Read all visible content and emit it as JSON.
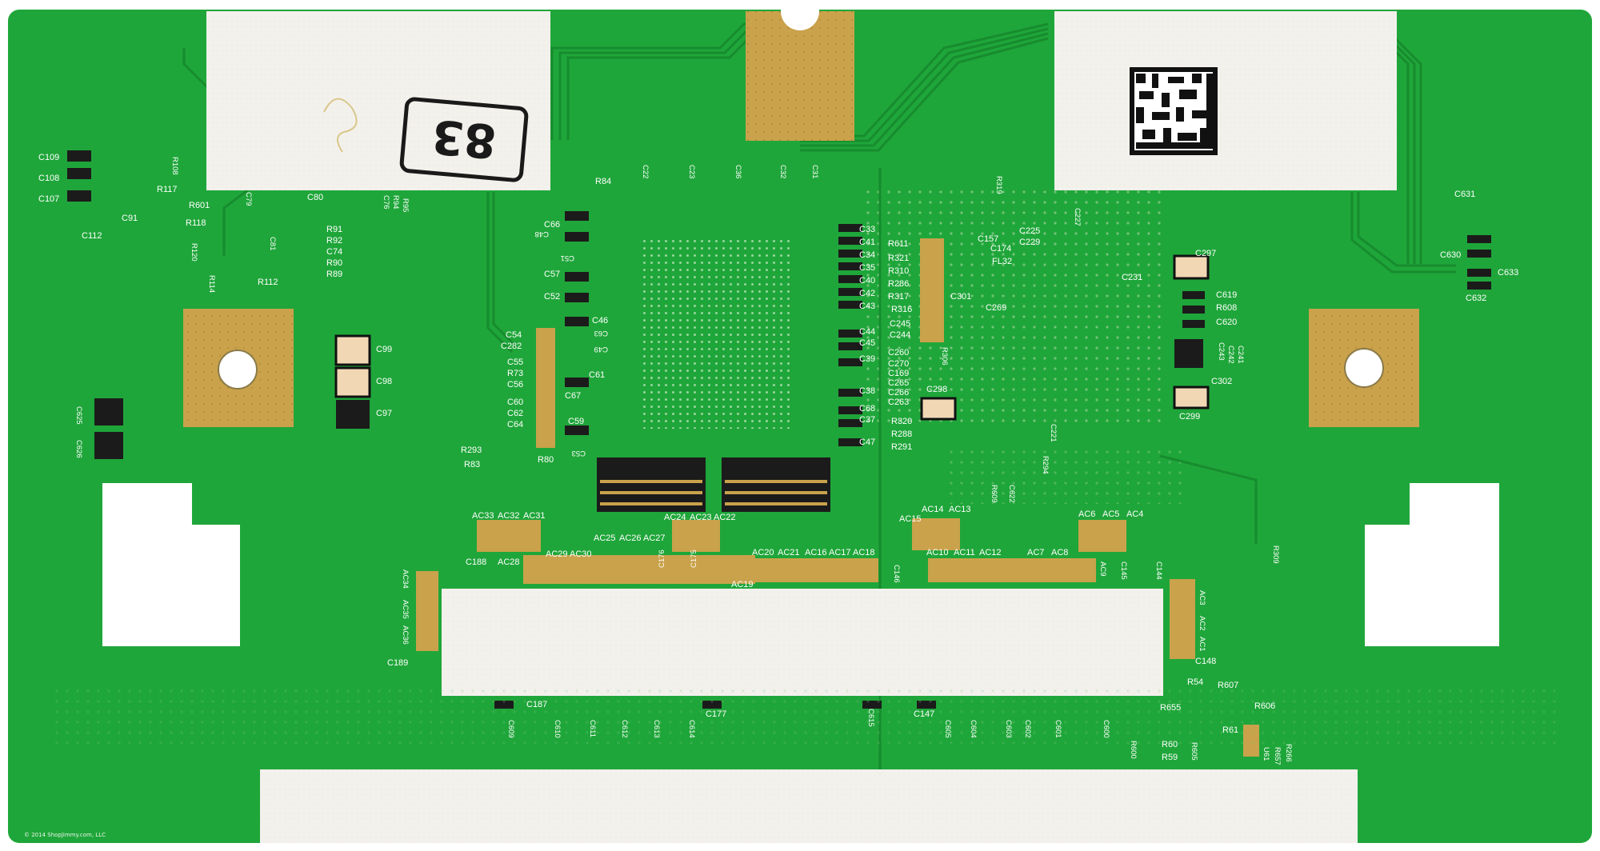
{
  "board": {
    "pcb_color": "#1fa63a",
    "trace_color": "#178c2e",
    "pad_color": "#c8a04a",
    "label_color": "#ffffff"
  },
  "stamp_text": "83",
  "copyright": "© 2014 ShopJimmy.com, LLC",
  "labels": {
    "c109": "C109",
    "c108": "C108",
    "c107": "C107",
    "c112": "C112",
    "r108": "R108",
    "r117": "R117",
    "r601": "R601",
    "c91": "C91",
    "r118": "R118",
    "r120": "R120",
    "r114": "R114",
    "r112": "R112",
    "c79": "C79",
    "c80": "C80",
    "c81": "C81",
    "r91": "R91",
    "r92": "R92",
    "c74": "C74",
    "r90": "R90",
    "r89": "R89",
    "c76": "C76",
    "r94": "R94",
    "r95": "R95",
    "c99": "C99",
    "c98": "C98",
    "c97": "C97",
    "c625": "C625",
    "c626": "C626",
    "r84": "R84",
    "c22": "C22",
    "c23": "C23",
    "c36": "C36",
    "c32": "C32",
    "c31": "C31",
    "c66": "C66",
    "c48": "C48",
    "c51": "C51",
    "c57": "C57",
    "c52": "C52",
    "c46": "C46",
    "c63": "C63",
    "c49": "C49",
    "c54": "C54",
    "c282": "C282",
    "c55": "C55",
    "r73": "R73",
    "c56": "C56",
    "c61": "C61",
    "c67": "C67",
    "c60": "C60",
    "c62": "C62",
    "c64": "C64",
    "c59": "C59",
    "c53": "C53",
    "r293": "R293",
    "r83": "R83",
    "r80": "R80",
    "c33": "C33",
    "c41": "C41",
    "c34": "C34",
    "c35": "C35",
    "c40": "C40",
    "c42": "C42",
    "c43": "C43",
    "c44": "C44",
    "c45": "C45",
    "c39": "C39",
    "c38": "C38",
    "c68": "C68",
    "c37": "C37",
    "c47": "C47",
    "r611": "R611",
    "r321": "R321",
    "r310": "R310",
    "r286": "R286",
    "r317": "R317",
    "r316": "R316",
    "c245": "C245",
    "c244": "C244",
    "c260": "C260",
    "c270": "C270",
    "c169": "C169",
    "c265": "C265",
    "c266": "C266",
    "c263": "C263",
    "r306": "R306",
    "c298": "C298",
    "r320": "R320",
    "r288": "R288",
    "r291": "R291",
    "r319": "R319",
    "c157": "C157",
    "c174": "C174",
    "fl32": "FL32",
    "c225": "C225",
    "c229": "C229",
    "c227": "C227",
    "c301": "C301",
    "c269": "C269",
    "c297": "C297",
    "c231": "C231",
    "r294": "R294",
    "r609": "R609",
    "c622": "C622",
    "c221": "C221",
    "c631": "C631",
    "c630": "C630",
    "c633": "C633",
    "c632": "C632",
    "c619": "C619",
    "r608": "R608",
    "c620": "C620",
    "c243": "C243",
    "c242": "C242",
    "c241": "C241",
    "c302": "C302",
    "c299": "C299",
    "r309": "R309",
    "ac33": "AC33",
    "ac32": "AC32",
    "ac31": "AC31",
    "ac24": "AC24",
    "ac23": "AC23",
    "ac22": "AC22",
    "ac25": "AC25",
    "ac26": "AC26",
    "ac27": "AC27",
    "ac29": "AC29",
    "ac30": "AC30",
    "ac28": "AC28",
    "c188": "C188",
    "ac20": "AC20",
    "ac21": "AC21",
    "ac16": "AC16",
    "ac17": "AC17",
    "ac18": "AC18",
    "ac19": "AC19",
    "c176": "C176",
    "c175": "C175",
    "ac14": "AC14",
    "ac13": "AC13",
    "ac15": "AC15",
    "ac10": "AC10",
    "ac11": "AC11",
    "ac12": "AC12",
    "ac7": "AC7",
    "ac8": "AC8",
    "ac6": "AC6",
    "ac5": "AC5",
    "ac4": "AC4",
    "ac9": "AC9",
    "c145": "C145",
    "c144": "C144",
    "c146": "C146",
    "ac34": "AC34",
    "ac35": "AC35",
    "ac36": "AC36",
    "c189": "C189",
    "ac3": "AC3",
    "ac2": "AC2",
    "ac1": "AC1",
    "c148": "C148",
    "c187": "C187",
    "c609": "C609",
    "c610": "C610",
    "c611": "C611",
    "c612": "C612",
    "c613": "C613",
    "c614": "C614",
    "c177": "C177",
    "c615": "C615",
    "c147": "C147",
    "c605": "C605",
    "c604": "C604",
    "c603": "C603",
    "c602": "C602",
    "c601": "C601",
    "c600": "C600",
    "r600": "R600",
    "r54": "R54",
    "r607": "R607",
    "r655": "R655",
    "r606": "R606",
    "r61": "R61",
    "r60": "R60",
    "r59": "R59",
    "r605": "R605",
    "r266": "R266",
    "r657": "R657",
    "u61": "U61"
  }
}
